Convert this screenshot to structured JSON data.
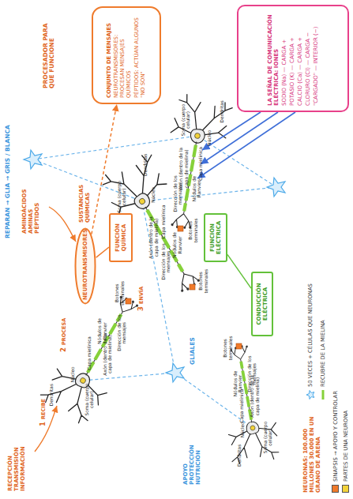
{
  "diagram": {
    "nodes": [
      {
        "text": [
          "LA SEÑAL DE COMUNICACIÓN ELÉCTRICA: IONES",
          "SODIO (Na) — CARGA +",
          "POTASIO (K) — CARGA +",
          "CALCIO (Ca) — CARGA +",
          "CLORURO (Cl) — CARGA −",
          "\"CARGADO\" — INTERIOR (−)"
        ]
      },
      {
        "text": [
          "CONJUNTO DE MENSAJES",
          "NEUROTRANSMISORES: PROCESAN MENSAJES QUÍMICOS",
          "PÉPTIDOS: ACTÚAN ALGUNOS \"NO SON\""
        ]
      },
      {
        "text": [
          "NEUROTRANSMISORES"
        ]
      },
      {
        "text": [
          "FUNCIÓN QUÍMICA"
        ]
      },
      {
        "text": [
          "FUNCIÓN ELÉCTRICA"
        ]
      },
      {
        "text": [
          "CONDUCCIÓN ELÉCTRICA"
        ]
      }
    ],
    "edges": [
      {
        "from": 2,
        "to": 1,
        "arrow": "to"
      },
      {
        "from": 3,
        "to": 2,
        "arrow": "none"
      },
      {
        "from": 4,
        "to": 5,
        "arrow": "none"
      }
    ],
    "labels": [
      "PROCESADOR PARA QUE FUNCIONE",
      "REPARAN → GLIA → GRIS / BLANCA",
      "AMINOÁCIDOS AMINAS PÉPTIDOS",
      "SUSTANCIAS QUÍMICAS",
      "GLIALES",
      "APOYO PROTECCIÓN NUTRICIÓN",
      "RECEPCIÓN TRANSMISIÓN INFORMACIÓN",
      "NEURONAS: 100.000 MILLONES 30.000 EN UN GRANO DE ARENA",
      "1",
      "RECIBE",
      "2",
      "PROCESA",
      "3",
      "ENVÍA",
      "Dendritas",
      "Núcleo",
      "Soma (cuerpo celular)",
      "Axón (dentro de la capa de mielina)",
      "Capa mielínica",
      "Nódulos de Ranvier",
      "Botones terminales",
      "Dirección de los mensajes",
      "Dendritas",
      "Núcleo",
      "Soma (cuerpo celular)",
      "Axón (dentro de la capa de mielina)",
      "Capa mielínica",
      "Nódulos de Ranvier",
      "Botones terminales",
      "Dirección de los mensajes",
      "Dendritas",
      "Núcleo",
      "Soma (cuerpo celular)",
      "Axón (dentro de la capa de mielina)",
      "Capa mielínica",
      "Nódulos de Ranvier",
      "Botones terminales",
      "Dirección de los mensajes",
      "Dendritas",
      "Núcleo",
      "Soma (cuerpo celular)",
      "Axón (dentro de la capa de mielina)",
      "Capa mielínica",
      "Nódulos de Ranvier",
      "Botones terminales",
      "Dirección de los mensajes"
    ],
    "legend": [
      {
        "text": "50 VECES + CÉLULAS QUE NEURONAS"
      },
      {
        "text": "RECUBRE DE LA MIELINA"
      },
      {
        "text": "SINAPSIS → APOYO Y CONTROLAR",
        "color": "#f07a2a"
      },
      {
        "text": "PARTES DE UNA NEURONA",
        "color": "#f2d23a"
      }
    ]
  }
}
